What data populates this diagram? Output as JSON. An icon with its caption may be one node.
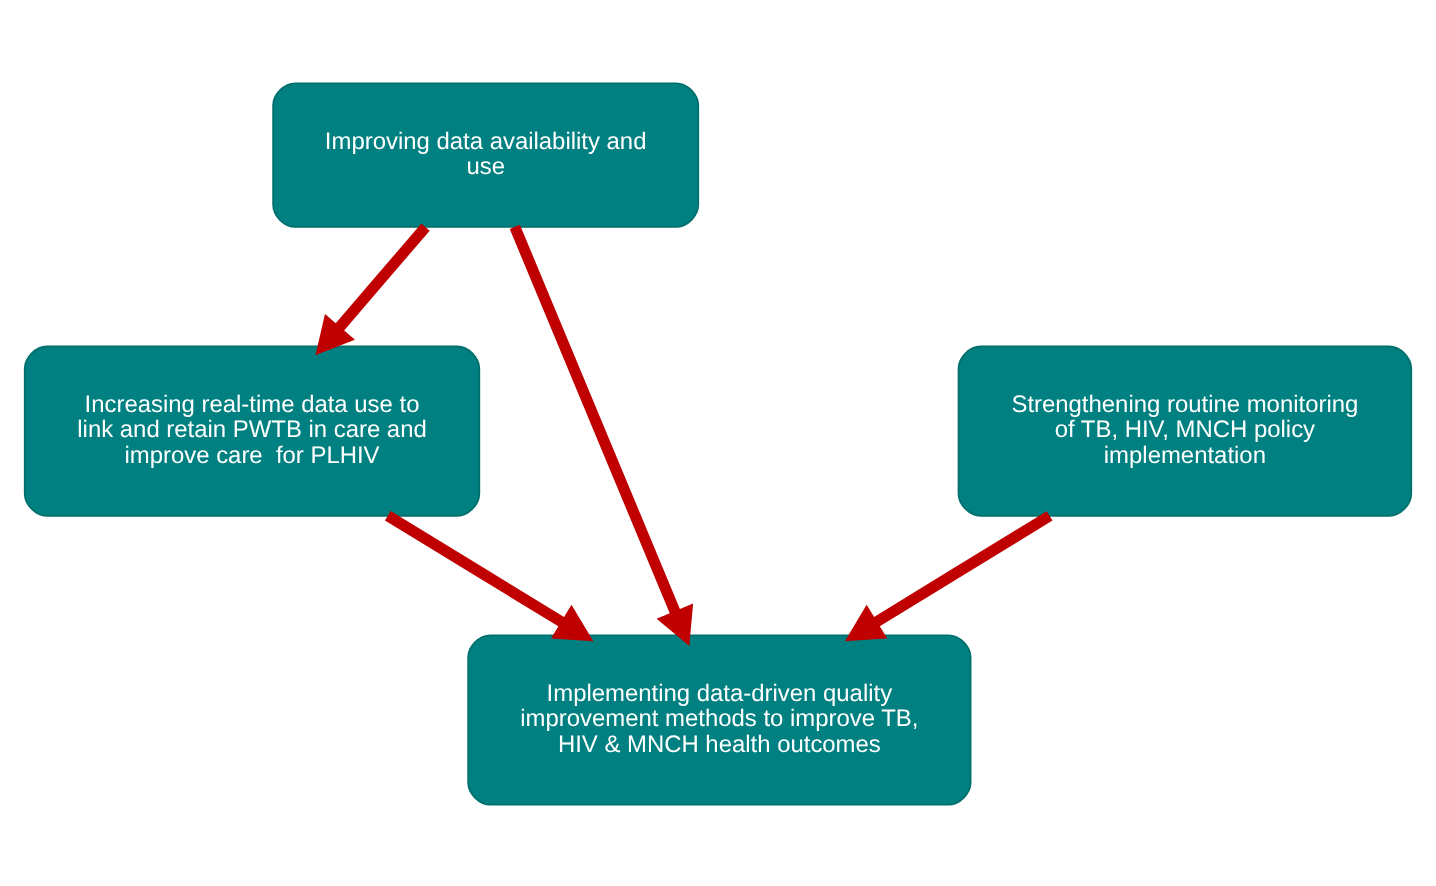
{
  "diagram": {
    "nodes": [
      {
        "text": [
          "Improving data availability and use"
        ]
      },
      {
        "text": [
          "Strengthening routine monitoring of TB, HIV, MNCH policy implementation"
        ]
      },
      {
        "text": [
          "Increasing real-time data use to link and retain PWTB in care and improve care  for PLHIV"
        ]
      },
      {
        "text": [
          "Implementing data-driven quality improvement methods to improve TB, HIV & MNCH health outcomes"
        ]
      }
    ],
    "edges": [
      {
        "from": 0,
        "to": 2,
        "arrow": "to"
      },
      {
        "from": 0,
        "to": 3,
        "arrow": "to"
      },
      {
        "from": 1,
        "to": 3,
        "arrow": "to"
      },
      {
        "from": 2,
        "to": 3,
        "arrow": "to"
      }
    ]
  }
}
